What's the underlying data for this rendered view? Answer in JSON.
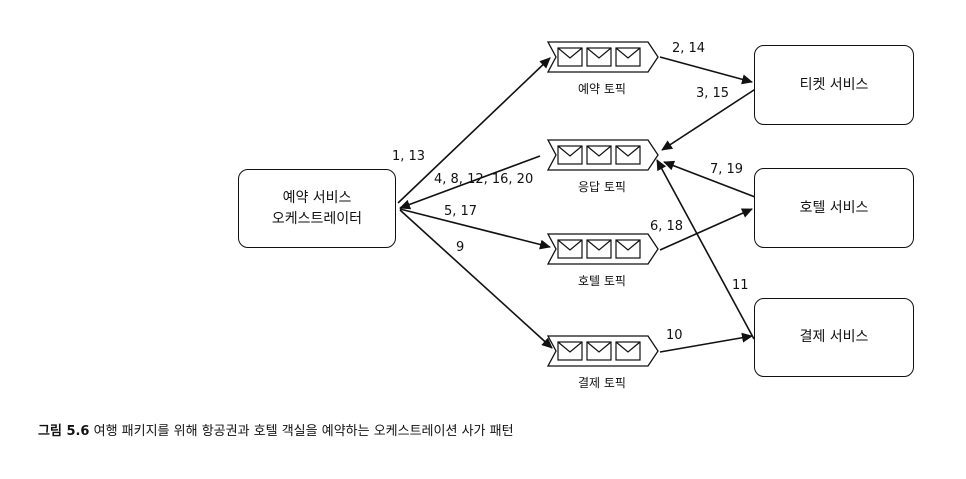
{
  "nodes": {
    "orchestrator": {
      "line1": "예약 서비스",
      "line2": "오케스트레이터"
    },
    "ticket_service": "티켓 서비스",
    "hotel_service": "호텔 서비스",
    "payment_service": "결제 서비스"
  },
  "topics": {
    "reservation": "예약 토픽",
    "response": "응답 토픽",
    "hotel": "호텔 토픽",
    "payment": "결제 토픽"
  },
  "edges": {
    "orch_to_reservation": "1, 13",
    "reservation_to_ticket": "2, 14",
    "ticket_to_response": "3, 15",
    "response_to_orch": "4, 8, 12, 16, 20",
    "orch_to_hotel_topic": "5, 17",
    "hotel_topic_to_hotel": "6, 18",
    "hotel_to_response": "7, 19",
    "orch_to_payment_topic": "9",
    "payment_topic_to_payment": "10",
    "payment_to_response": "11"
  },
  "caption": {
    "label": "그림 5.6",
    "text": "여행 패키지를 위해 항공권과 호텔 객실을 예약하는 오케스트레이션 사가 패턴"
  }
}
